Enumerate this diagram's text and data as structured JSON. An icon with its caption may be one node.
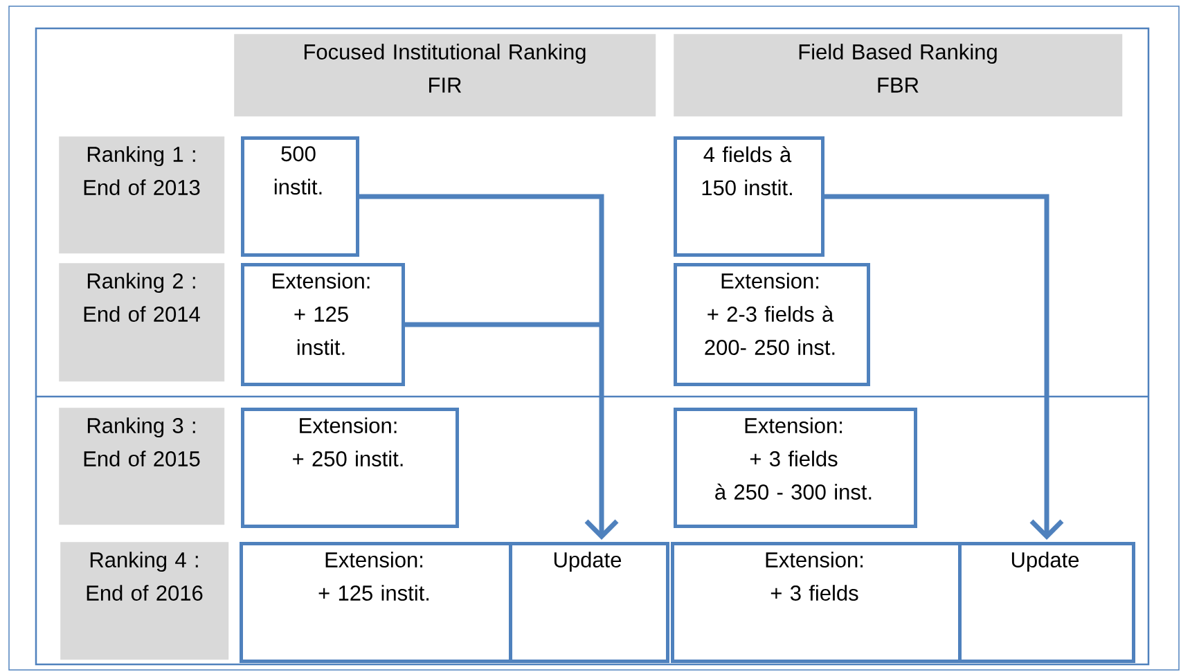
{
  "diagram": {
    "nodes": [
      {
        "text": [
          "Focused Institutional Ranking",
          "FIR"
        ]
      },
      {
        "text": [
          "Field Based Ranking",
          "FBR"
        ]
      },
      {
        "text": [
          "Ranking 1 :",
          "End of 2013"
        ]
      },
      {
        "text": [
          "500 instit."
        ]
      },
      {
        "text": [
          "4 fields à 150 instit."
        ]
      },
      {
        "text": [
          "Ranking 2 :",
          "End of 2014"
        ]
      },
      {
        "text": [
          "Extension:",
          "+ 125 instit."
        ]
      },
      {
        "text": [
          "Extension:",
          "+ 2-3 fields à 200- 250 inst."
        ]
      },
      {
        "text": [
          "Ranking 3 :",
          "End of 2015"
        ]
      },
      {
        "text": [
          "Extension:",
          "+ 250 instit."
        ]
      },
      {
        "text": [
          "Extension:",
          "+ 3 fields",
          "à 250 - 300 inst."
        ]
      },
      {
        "text": [
          "Ranking 4 :",
          "End of 2016"
        ]
      },
      {
        "text": [
          "Extension:",
          "+ 125 instit."
        ]
      },
      {
        "text": [
          "Update"
        ]
      },
      {
        "text": [
          "Extension:",
          "+ 3 fields"
        ]
      },
      {
        "text": [
          "Update"
        ]
      }
    ],
    "edges": [
      {
        "from": 3,
        "to": 13,
        "arrow": "to"
      },
      {
        "from": 6,
        "to": 13,
        "arrow": "to"
      },
      {
        "from": 4,
        "to": 15,
        "arrow": "to"
      }
    ]
  }
}
